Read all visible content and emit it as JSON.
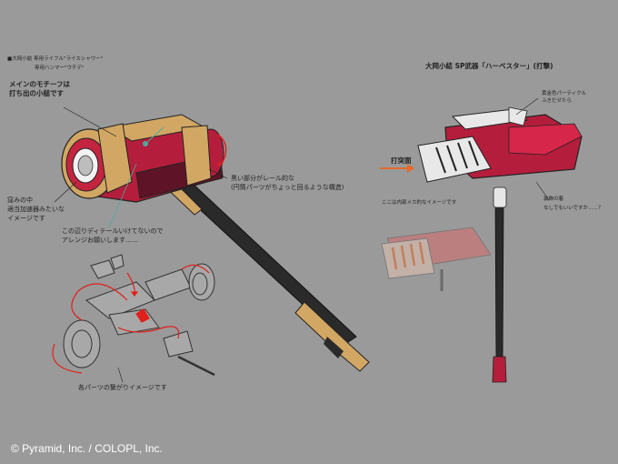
{
  "header": {
    "line1": "■大岡小結  専用ライフル\"ライスシャワー\"",
    "line2": "専用ハンマー\"ウチデ\""
  },
  "left_notes": {
    "motif": "メインのモチーフは",
    "motif2": "打ち出の小槌です",
    "accel": "窪みの中",
    "accel2": "適当加速器みたいな",
    "accel3": "イメージです",
    "detail": "この辺りディテールいけてないので",
    "detail2": "アレンジお願いします……",
    "rail": "黒い部分がレール的な",
    "rail2": "(円筒パーツがちょっと回るような構造)",
    "parts": "各パーツの繋がりイメージです"
  },
  "right_notes": {
    "title": "大岡小結  SP武器「ハーベスター」(打撃)",
    "gold": "黄金色パーティクル",
    "gold2": "ふきだせたら",
    "face": "打突面",
    "inner": "ここは内部メカ的なイメージです",
    "deco": "装飾の着",
    "deco2": "なしでもいいですか……？"
  },
  "footer": {
    "copyright": "© Pyramid, Inc. / COLOPL, Inc."
  },
  "colors": {
    "background": "#9a9a9a",
    "hammer_red": "#b41e3c",
    "hammer_gold": "#d2a763",
    "sketch_red": "#e0201c",
    "handle_black": "#2a2a2a",
    "accent_orange": "#e46a2a",
    "teal_marker": "#4fa8a0"
  }
}
